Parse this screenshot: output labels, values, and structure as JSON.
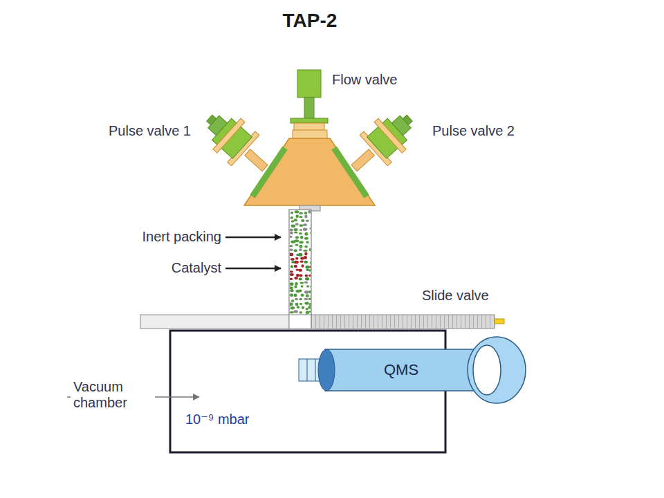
{
  "diagram": {
    "title": "TAP-2",
    "nodes": [
      {
        "text": [
          "10⁻⁹ mbar"
        ]
      },
      {
        "text": [
          "QMS"
        ]
      }
    ],
    "labels": [
      "Flow valve",
      "Pulse valve 1",
      "Pulse valve 2",
      "Inert packing",
      "Catalyst",
      "Slide valve",
      "Vacuum chamber"
    ]
  }
}
